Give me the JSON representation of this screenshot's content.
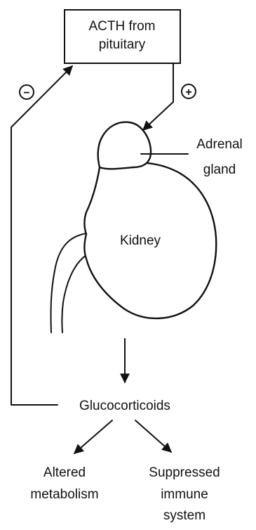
{
  "diagram": {
    "pituitary_box": {
      "line1": "ACTH from",
      "line2": "pituitary"
    },
    "feedback_negative_sign": "−",
    "stimulation_positive_sign": "+",
    "adrenal_label": {
      "line1": "Adrenal",
      "line2": "gland"
    },
    "kidney_label": "Kidney",
    "hormone_label": "Glucocorticoids",
    "effects": {
      "metabolism": {
        "line1": "Altered",
        "line2": "metabolism"
      },
      "immune": {
        "line1": "Suppressed",
        "line2": "immune",
        "line3": "system"
      }
    }
  }
}
